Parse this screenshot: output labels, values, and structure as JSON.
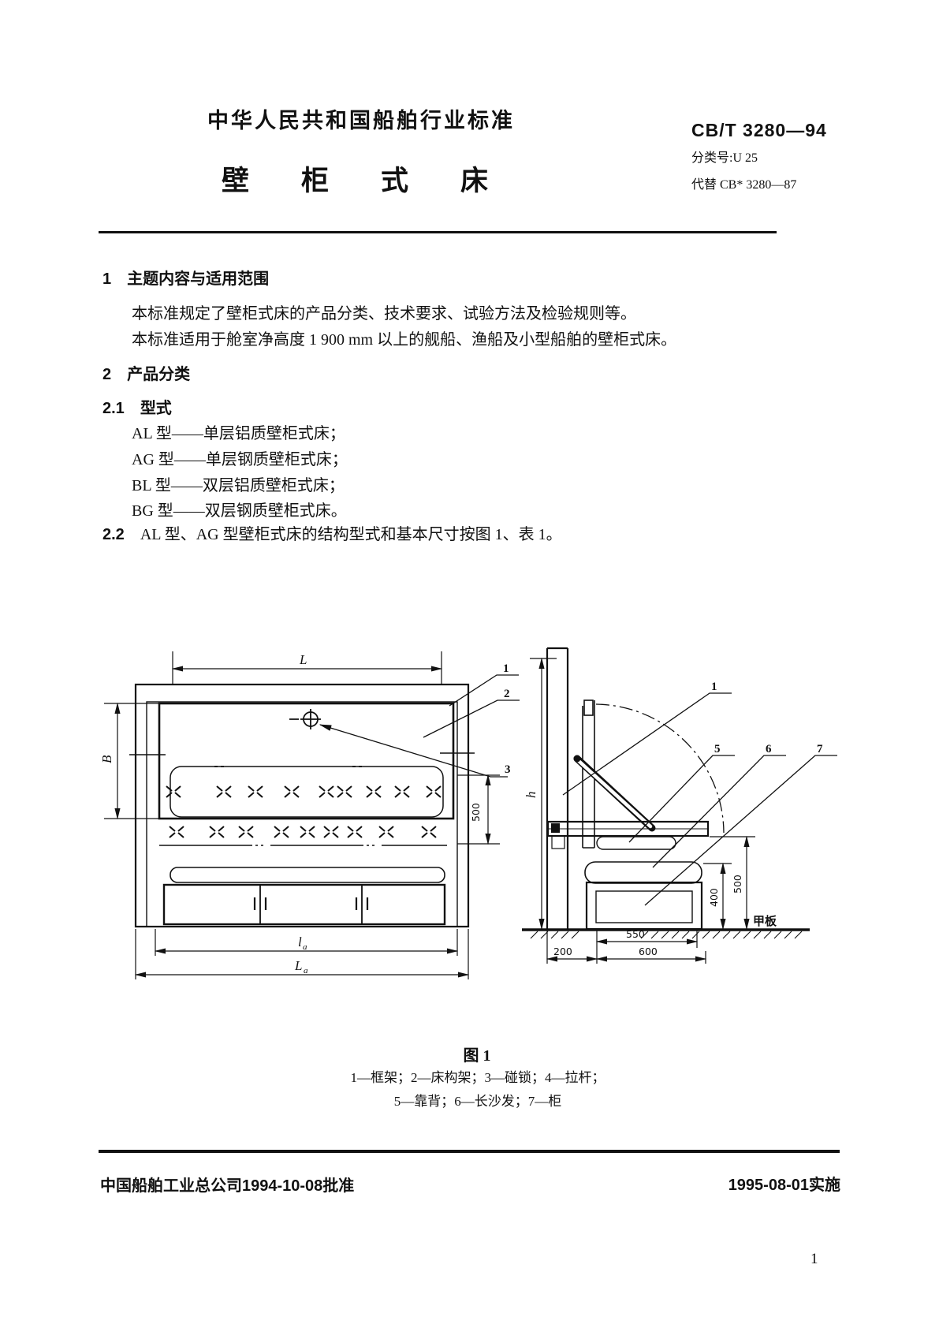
{
  "header": {
    "standard_name": "中华人民共和国船舶行业标准",
    "standard_code": "CB/T 3280—94",
    "class_no": "分类号:U 25",
    "title": "壁柜式床",
    "replaces": "代替 CB* 3280—87"
  },
  "sections": {
    "s1_heading": "1　主题内容与适用范围",
    "s1_para1": "本标准规定了壁柜式床的产品分类、技术要求、试验方法及检验规则等。",
    "s1_para2": "本标准适用于舱室净高度 1 900 mm 以上的舰船、渔船及小型船舶的壁柜式床。",
    "s2_heading": "2　产品分类",
    "s21_no": "2.1",
    "s21_text": "型式",
    "types": [
      "AL 型——单层铝质壁柜式床；",
      "AG 型——单层钢质壁柜式床；",
      "BL 型——双层铝质壁柜式床；",
      "BG 型——双层钢质壁柜式床。"
    ],
    "s22_no": "2.2",
    "s22_text": "AL 型、AG 型壁柜式床的结构型式和基本尺寸按图 1、表 1。"
  },
  "figure": {
    "caption": "图 1",
    "legend_line1": "1—框架；2—床构架；3—碰锁；4—拉杆；",
    "legend_line2": "5—靠背；6—长沙发；7—柜",
    "deck_label": "甲板",
    "dims": {
      "L": "L",
      "B": "B",
      "left_500": "500",
      "la_main": "l",
      "la_sub": "a",
      "La_main": "L",
      "La_sub": "a",
      "h": "h",
      "d550": "550",
      "d200": "200",
      "d600": "600",
      "d400": "400",
      "right_500": "500"
    },
    "callouts": {
      "c1l": "1",
      "c2l": "2",
      "c3l": "3",
      "c1r": "1",
      "c5r": "5",
      "c6r": "6",
      "c7r": "7"
    }
  },
  "footer": {
    "approval": "中国船舶工业总公司1994-10-08批准",
    "implementation": "1995-08-01实施",
    "page_number": "1"
  }
}
